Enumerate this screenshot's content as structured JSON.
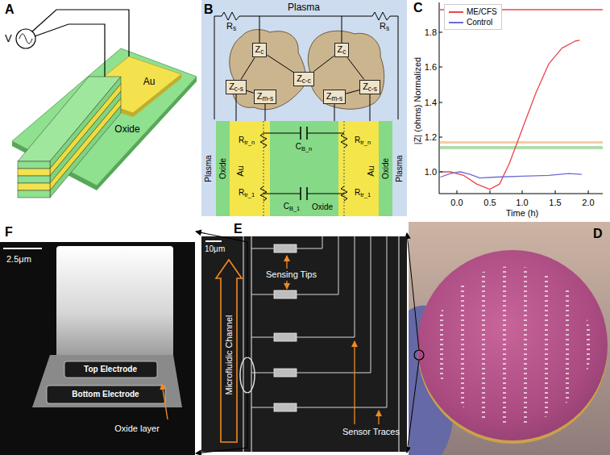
{
  "diagram": {
    "nodes": [
      {
        "text": [
          "Plasma"
        ]
      },
      {
        "text": [
          "Zc"
        ],
        "in": 0
      },
      {
        "text": [
          "Zc"
        ],
        "in": 0
      },
      {
        "text": [
          "Zc-c"
        ],
        "in": 0
      },
      {
        "text": [
          "Zc-s"
        ],
        "in": 0
      },
      {
        "text": [
          "Zm-s"
        ],
        "in": 0
      },
      {
        "text": [
          "Zm-s"
        ],
        "in": 0
      },
      {
        "text": [
          "Zc-s"
        ],
        "in": 0
      }
    ],
    "edges": [
      {
        "from": 1,
        "to": 3,
        "arrow": "none"
      },
      {
        "from": 3,
        "to": 2,
        "arrow": "none"
      },
      {
        "from": 1,
        "to": 4,
        "arrow": "none"
      },
      {
        "from": 2,
        "to": 7,
        "arrow": "none"
      },
      {
        "from": 4,
        "to": 5,
        "arrow": "none"
      },
      {
        "from": 6,
        "to": 7,
        "arrow": "none"
      }
    ],
    "labels": [
      "A",
      "V",
      "Au",
      "Oxide",
      "B",
      "Rs",
      "Rs",
      "Plasma",
      "Oxide",
      "Au",
      "Rtr_n",
      "CB_n",
      "Rtr_n",
      "Rtr_1",
      "CB_1",
      "Oxide",
      "Rtr_1",
      "Au",
      "Oxide",
      "Plasma",
      "C",
      "1.0",
      "1.2",
      "1.4",
      "1.6",
      "1.8",
      "|Z| (ohms) Normalized",
      "0.0",
      "0.5",
      "1.0",
      "1.5",
      "2.0",
      "Time (h)",
      "F",
      "2.5μm",
      "Top Electrode",
      "Bottom Electrode",
      "Oxide layer",
      "E",
      "10μm",
      "Microfluidic Channel",
      "Sensing Tips",
      "Sensor Traces",
      "D"
    ],
    "legend": [
      {
        "text": "ME/CFS",
        "color": "#e8464b"
      },
      {
        "text": "Control",
        "color": "#6b6bd6"
      }
    ]
  }
}
